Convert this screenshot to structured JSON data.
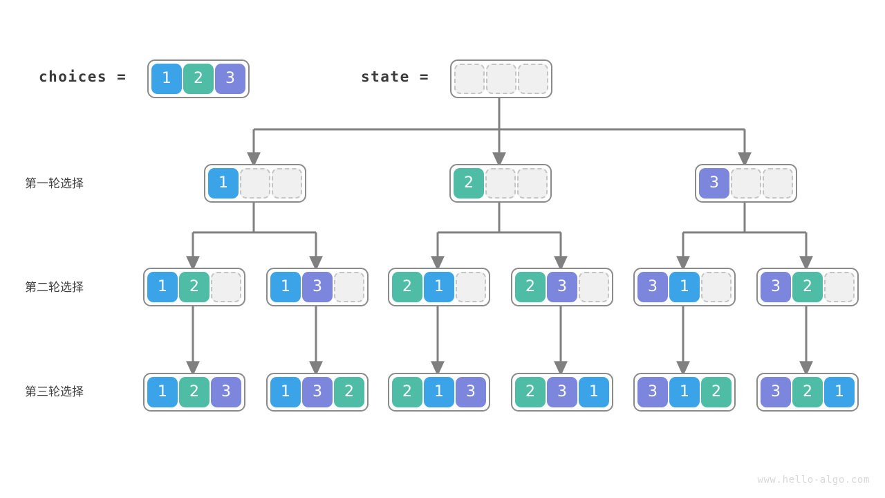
{
  "palette": {
    "blue": "#3ba3e8",
    "green": "#4fbca6",
    "purple": "#7b86dc",
    "empty_fill": "#f0f0f0",
    "empty_border": "#c4c4c4",
    "box_border": "#8a8a8a",
    "wire": "#808080",
    "text": "#3f3f3f",
    "watermark": "#d8d8d8"
  },
  "header": {
    "choices_label": "choices =",
    "state_label": "state ="
  },
  "rows": [
    {
      "label": "第一轮选择"
    },
    {
      "label": "第二轮选择"
    },
    {
      "label": "第三轮选择"
    }
  ],
  "arrays": {
    "choices": {
      "cells": [
        "1",
        "2",
        "3"
      ],
      "colors": [
        "blue",
        "green",
        "purple"
      ]
    },
    "state": {
      "cells": [
        "",
        "",
        ""
      ],
      "colors": [
        "empty",
        "empty",
        "empty"
      ]
    },
    "r1_a": {
      "cells": [
        "1",
        "",
        ""
      ],
      "colors": [
        "blue",
        "empty",
        "empty"
      ]
    },
    "r1_b": {
      "cells": [
        "2",
        "",
        ""
      ],
      "colors": [
        "green",
        "empty",
        "empty"
      ]
    },
    "r1_c": {
      "cells": [
        "3",
        "",
        ""
      ],
      "colors": [
        "purple",
        "empty",
        "empty"
      ]
    },
    "r2_a": {
      "cells": [
        "1",
        "2",
        ""
      ],
      "colors": [
        "blue",
        "green",
        "empty"
      ]
    },
    "r2_b": {
      "cells": [
        "1",
        "3",
        ""
      ],
      "colors": [
        "blue",
        "purple",
        "empty"
      ]
    },
    "r2_c": {
      "cells": [
        "2",
        "1",
        ""
      ],
      "colors": [
        "green",
        "blue",
        "empty"
      ]
    },
    "r2_d": {
      "cells": [
        "2",
        "3",
        ""
      ],
      "colors": [
        "green",
        "purple",
        "empty"
      ]
    },
    "r2_e": {
      "cells": [
        "3",
        "1",
        ""
      ],
      "colors": [
        "purple",
        "blue",
        "empty"
      ]
    },
    "r2_f": {
      "cells": [
        "3",
        "2",
        ""
      ],
      "colors": [
        "purple",
        "green",
        "empty"
      ]
    },
    "r3_a": {
      "cells": [
        "1",
        "2",
        "3"
      ],
      "colors": [
        "blue",
        "green",
        "purple"
      ]
    },
    "r3_b": {
      "cells": [
        "1",
        "3",
        "2"
      ],
      "colors": [
        "blue",
        "purple",
        "green"
      ]
    },
    "r3_c": {
      "cells": [
        "2",
        "1",
        "3"
      ],
      "colors": [
        "green",
        "blue",
        "purple"
      ]
    },
    "r3_d": {
      "cells": [
        "2",
        "3",
        "1"
      ],
      "colors": [
        "green",
        "purple",
        "blue"
      ]
    },
    "r3_e": {
      "cells": [
        "3",
        "1",
        "2"
      ],
      "colors": [
        "purple",
        "blue",
        "green"
      ]
    },
    "r3_f": {
      "cells": [
        "3",
        "2",
        "1"
      ],
      "colors": [
        "purple",
        "green",
        "blue"
      ]
    }
  },
  "watermark": "www.hello-algo.com"
}
